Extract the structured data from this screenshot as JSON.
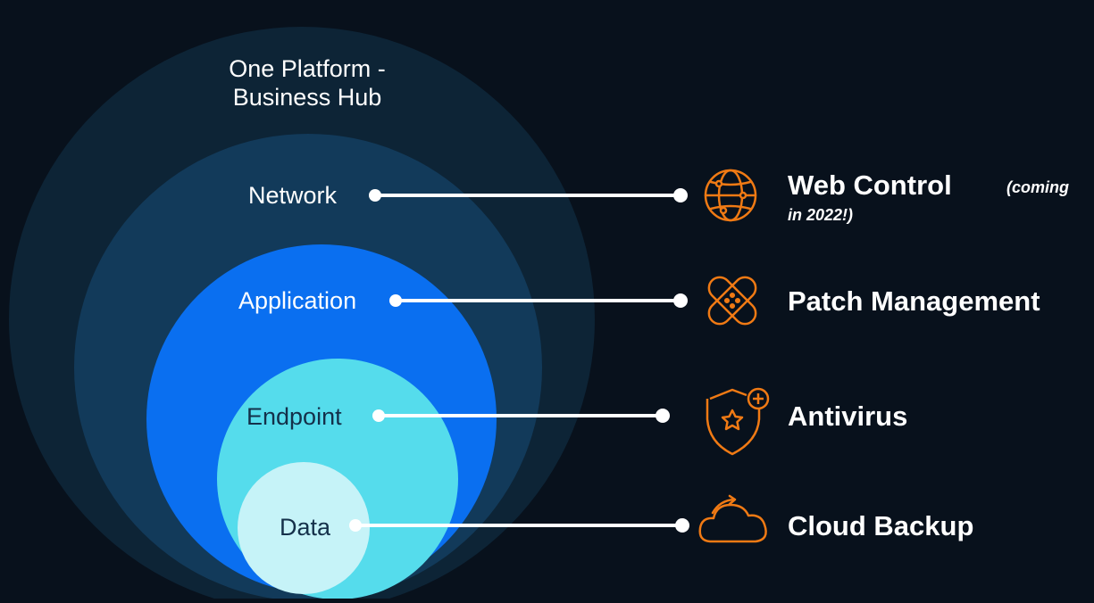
{
  "hub": {
    "line1": "One Platform -",
    "line2": "Business Hub"
  },
  "layers": {
    "network": "Network",
    "application": "Application",
    "endpoint": "Endpoint",
    "data": "Data"
  },
  "products": {
    "web_control": {
      "label": "Web Control",
      "note_a": "(coming",
      "note_b": "in 2022!)",
      "icon": "globe-icon"
    },
    "patch_management": {
      "label": "Patch Management",
      "icon": "bandage-icon"
    },
    "antivirus": {
      "label": "Antivirus",
      "icon": "shield-star-icon"
    },
    "cloud_backup": {
      "label": "Cloud Backup",
      "icon": "cloud-sync-icon"
    }
  },
  "colors": {
    "background": "#08111c",
    "ring_outer": "#0d2436",
    "ring_network": "#123a5a",
    "ring_application": "#0a6ff0",
    "ring_endpoint": "#55dcec",
    "ring_data": "#c6f3f8",
    "icon_orange": "#f07a14",
    "connector": "#ffffff"
  }
}
